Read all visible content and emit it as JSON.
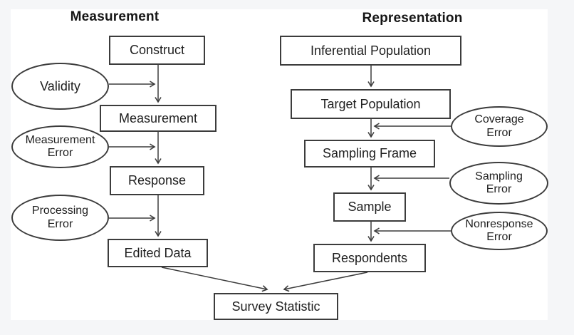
{
  "colors": {
    "page_background": "#f5f6f8",
    "canvas_background": "#ffffff",
    "stroke": "#3c3c3c",
    "text": "#1e1e1e"
  },
  "headers": {
    "left": "Measurement",
    "right": "Representation"
  },
  "left_column": {
    "boxes": [
      {
        "label": "Construct"
      },
      {
        "label": "Measurement"
      },
      {
        "label": "Response"
      },
      {
        "label": "Edited Data"
      }
    ],
    "errors": [
      {
        "line1": "Validity"
      },
      {
        "line1": "Measurement",
        "line2": "Error"
      },
      {
        "line1": "Processing",
        "line2": "Error"
      }
    ]
  },
  "right_column": {
    "boxes": [
      {
        "label": "Inferential Population"
      },
      {
        "label": "Target Population"
      },
      {
        "label": "Sampling Frame"
      },
      {
        "label": "Sample"
      },
      {
        "label": "Respondents"
      }
    ],
    "errors": [
      {
        "line1": "Coverage",
        "line2": "Error"
      },
      {
        "line1": "Sampling",
        "line2": "Error"
      },
      {
        "line1": "Nonresponse",
        "line2": "Error"
      }
    ]
  },
  "output": {
    "label": "Survey Statistic"
  }
}
